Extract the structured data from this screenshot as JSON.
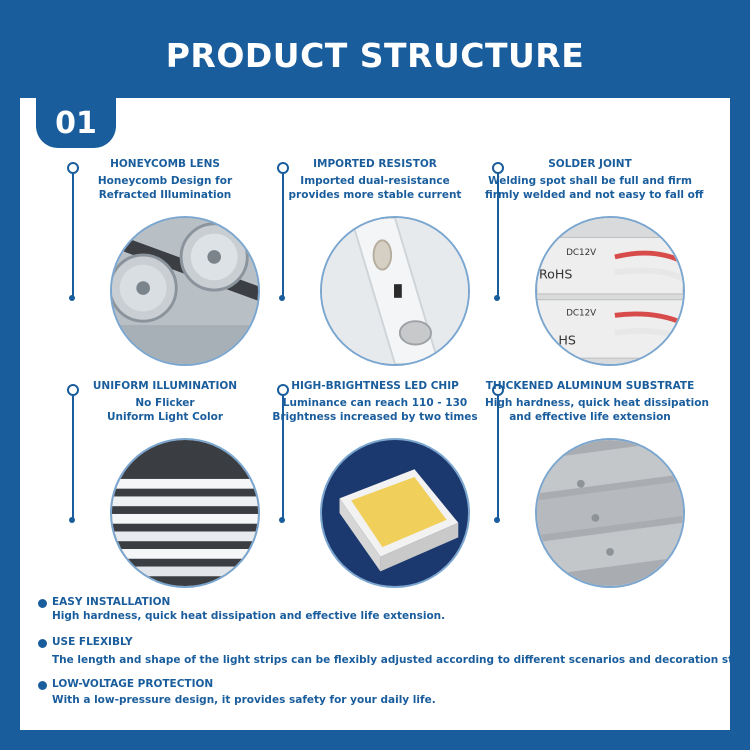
{
  "header": {
    "title": "PRODUCT STRUCTURE"
  },
  "badge": "01",
  "features": [
    {
      "title": "HONEYCOMB LENS",
      "lines": [
        "Honeycomb Design for",
        "Refracted Illumination"
      ]
    },
    {
      "title": "IMPORTED RESISTOR",
      "lines": [
        "Imported dual-resistance",
        "provides more stable current"
      ]
    },
    {
      "title": "SOLDER JOINT",
      "lines": [
        "Welding spot shall be full and firm",
        "firmly welded and not easy to fall off"
      ]
    },
    {
      "title": "UNIFORM ILLUMINATION",
      "lines": [
        "No Flicker",
        "Uniform Light Color"
      ]
    },
    {
      "title": "HIGH-BRIGHTNESS LED CHIP",
      "lines": [
        "Luminance can reach 110 - 130",
        "Brightness increased by two times"
      ]
    },
    {
      "title": "THICKENED ALUMINUM SUBSTRATE",
      "lines": [
        "High hardness, quick heat dissipation",
        "and effective life extension"
      ]
    }
  ],
  "image_text": {
    "rohs": "RoHS",
    "voltage": "DC12V",
    "hs": "HS"
  },
  "bullets": [
    {
      "title": "EASY INSTALLATION",
      "desc": "High hardness, quick heat dissipation and effective life extension."
    },
    {
      "title": "USE FLEXIBLY",
      "desc": "The length and shape of the light strips can be flexibly adjusted according to different scenarios and decoration styles."
    },
    {
      "title": "LOW-VOLTAGE PROTECTION",
      "desc": "With a low-pressure design, it provides safety for your daily life."
    }
  ],
  "colors": {
    "brand": "#1a5d9c",
    "panel": "#ffffff"
  }
}
